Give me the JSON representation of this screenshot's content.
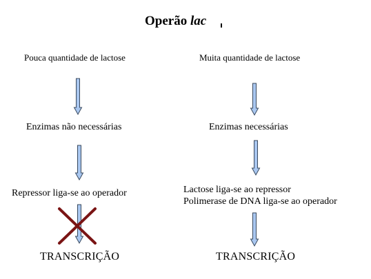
{
  "title": {
    "main": "Operão ",
    "italic": "lac"
  },
  "colors": {
    "arrow_fill": "#a9c7f0",
    "arrow_stroke": "#39495e",
    "cross": "#7a1414"
  },
  "left": {
    "condition": "Pouca quantidade de lactose",
    "enzymes": "Enzimas  não  necessárias",
    "repressor": "Repressor liga-se ao operador",
    "result": "TRANSCRIÇÃO",
    "blocked": true
  },
  "right": {
    "condition": "Muita quantidade de lactose",
    "enzymes": "Enzimas  necessárias",
    "line1": "Lactose liga-se  ao repressor",
    "line2": "Polimerase de DNA liga-se ao operador",
    "result": "TRANSCRIÇÃO"
  }
}
